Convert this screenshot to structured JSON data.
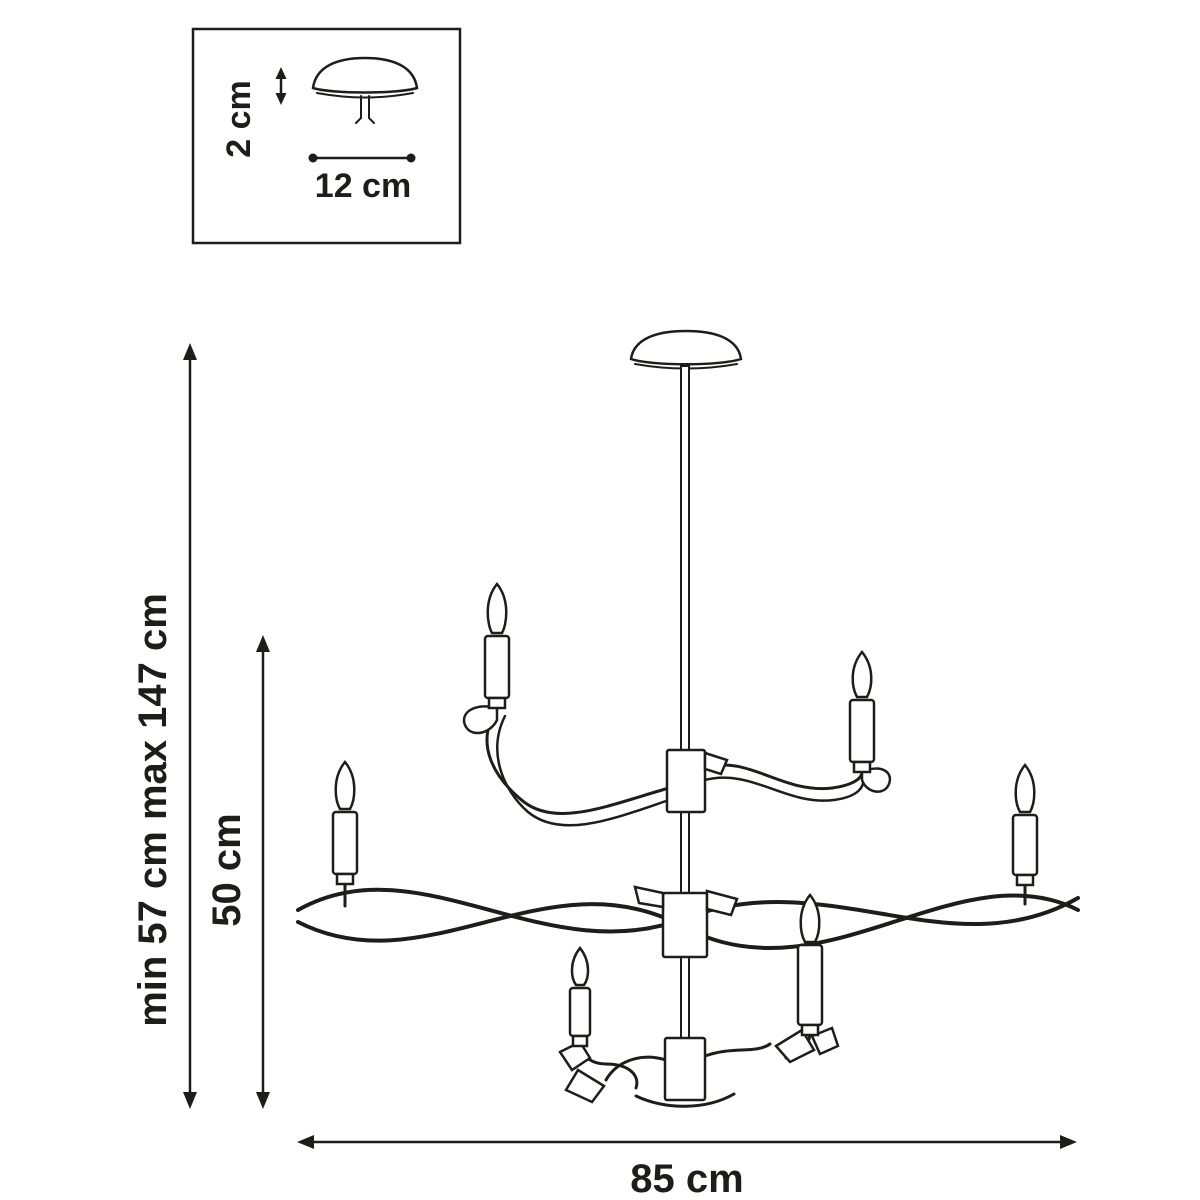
{
  "colors": {
    "line": "#1d1d1b",
    "background": "#ffffff"
  },
  "inset": {
    "canopy_height_label": "2 cm",
    "canopy_diameter_label": "12 cm"
  },
  "dimensions": {
    "suspension_height_label": "min 57 cm max 147 cm",
    "fixture_height_label": "50 cm",
    "fixture_width_label": "85 cm"
  }
}
